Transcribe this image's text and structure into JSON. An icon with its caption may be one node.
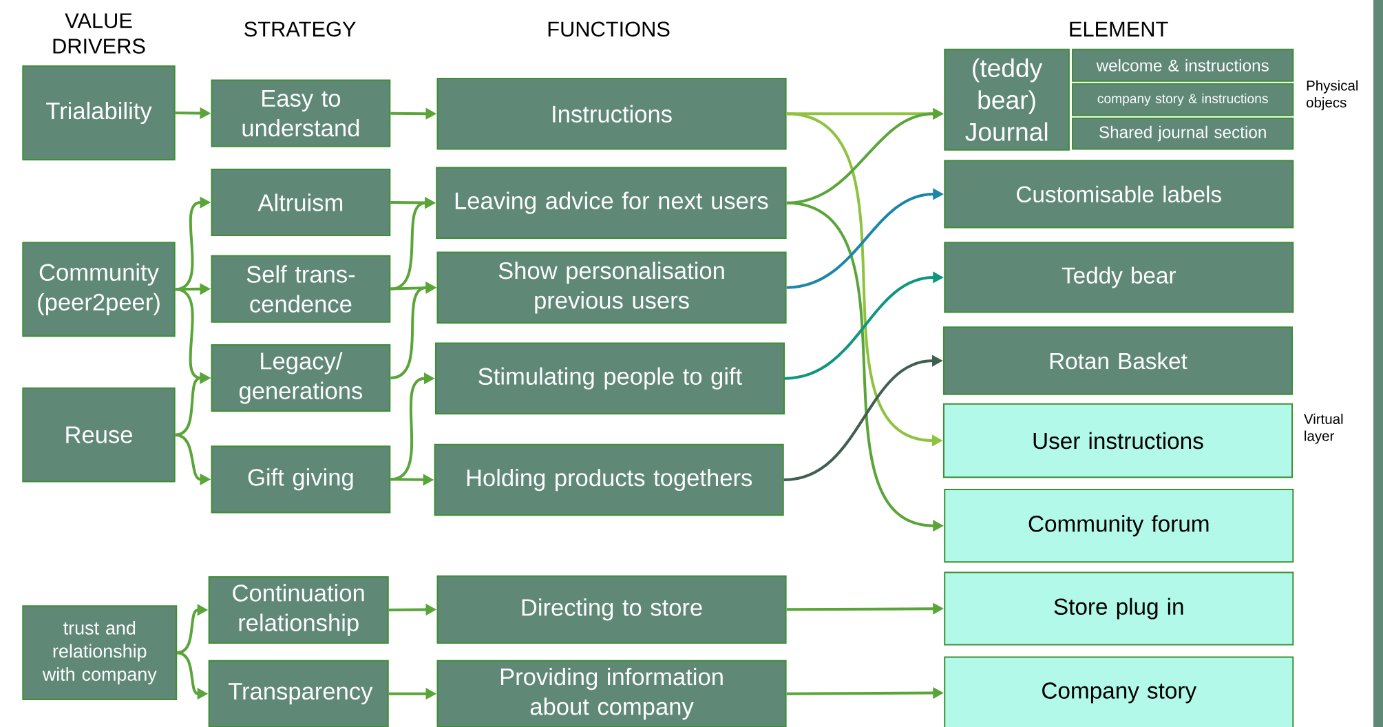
{
  "diagram": {
    "nodes": [
      {
        "text": [
          "Trialability"
        ]
      },
      {
        "text": [
          "Community (peer2peer)"
        ]
      },
      {
        "text": [
          "Reuse"
        ]
      },
      {
        "text": [
          "trust and relationship with company"
        ]
      },
      {
        "text": [
          "Easy to understand"
        ]
      },
      {
        "text": [
          "Altruism"
        ]
      },
      {
        "text": [
          "Self trans- cendence"
        ]
      },
      {
        "text": [
          "Legacy/ generations"
        ]
      },
      {
        "text": [
          "Gift giving"
        ]
      },
      {
        "text": [
          "Continuation relationship"
        ]
      },
      {
        "text": [
          "Transparency"
        ]
      },
      {
        "text": [
          "Instructions"
        ]
      },
      {
        "text": [
          "Leaving advice for next users"
        ]
      },
      {
        "text": [
          "Show personalisation previous users"
        ]
      },
      {
        "text": [
          "Stimulating people to gift"
        ]
      },
      {
        "text": [
          "Holding products togethers"
        ]
      },
      {
        "text": [
          "Directing to store"
        ]
      },
      {
        "text": [
          "Providing information about company"
        ]
      },
      {
        "text": [
          "(teddy bear) Journal"
        ]
      },
      {
        "text": [
          "welcome & instructions"
        ]
      },
      {
        "text": [
          "company story & instructions"
        ]
      },
      {
        "text": [
          "Shared journal section"
        ]
      },
      {
        "text": [
          "Customisable labels"
        ]
      },
      {
        "text": [
          "Teddy bear"
        ]
      },
      {
        "text": [
          "Rotan Basket"
        ]
      },
      {
        "text": [
          "User instructions"
        ]
      },
      {
        "text": [
          "Community forum"
        ]
      },
      {
        "text": [
          "Store plug in"
        ]
      },
      {
        "text": [
          "Company story"
        ]
      }
    ],
    "edges": [
      {
        "from": 0,
        "to": 4,
        "arrow": "to"
      },
      {
        "from": 1,
        "to": 5,
        "arrow": "to"
      },
      {
        "from": 1,
        "to": 6,
        "arrow": "to"
      },
      {
        "from": 1,
        "to": 7,
        "arrow": "to"
      },
      {
        "from": 2,
        "to": 7,
        "arrow": "to"
      },
      {
        "from": 2,
        "to": 8,
        "arrow": "to"
      },
      {
        "from": 3,
        "to": 9,
        "arrow": "to"
      },
      {
        "from": 3,
        "to": 10,
        "arrow": "to"
      },
      {
        "from": 4,
        "to": 11,
        "arrow": "to"
      },
      {
        "from": 5,
        "to": 12,
        "arrow": "to"
      },
      {
        "from": 6,
        "to": 12,
        "arrow": "to"
      },
      {
        "from": 6,
        "to": 13,
        "arrow": "to"
      },
      {
        "from": 7,
        "to": 13,
        "arrow": "to"
      },
      {
        "from": 8,
        "to": 14,
        "arrow": "to"
      },
      {
        "from": 8,
        "to": 15,
        "arrow": "to"
      },
      {
        "from": 9,
        "to": 16,
        "arrow": "to"
      },
      {
        "from": 10,
        "to": 17,
        "arrow": "to"
      },
      {
        "from": 11,
        "to": 18,
        "arrow": "to",
        "color": "#8fc23f"
      },
      {
        "from": 11,
        "to": 25,
        "arrow": "to",
        "color": "#8fc23f"
      },
      {
        "from": 12,
        "to": 18,
        "arrow": "to"
      },
      {
        "from": 12,
        "to": 26,
        "arrow": "to"
      },
      {
        "from": 13,
        "to": 22,
        "arrow": "to",
        "color": "#1b86a8"
      },
      {
        "from": 14,
        "to": 23,
        "arrow": "to",
        "color": "#10967e"
      },
      {
        "from": 15,
        "to": 24,
        "arrow": "to",
        "color": "#3f5f50"
      },
      {
        "from": 16,
        "to": 27,
        "arrow": "to"
      },
      {
        "from": 17,
        "to": 28,
        "arrow": "to"
      }
    ],
    "labels": [
      "VALUE DRIVERS",
      "STRATEGY",
      "FUNCTIONS",
      "ELEMENT",
      "Physical objecs",
      "Virtual layer"
    ]
  }
}
